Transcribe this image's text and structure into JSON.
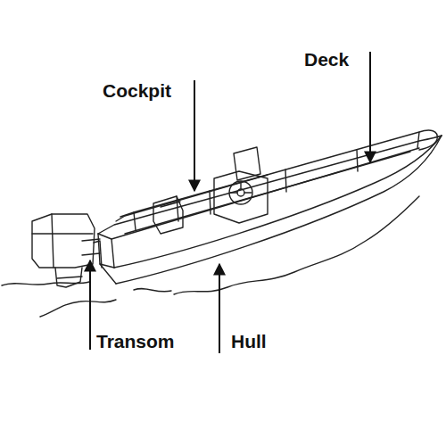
{
  "diagram": {
    "labels": [
      "Cockpit",
      "Deck",
      "Transom",
      "Hull"
    ]
  }
}
